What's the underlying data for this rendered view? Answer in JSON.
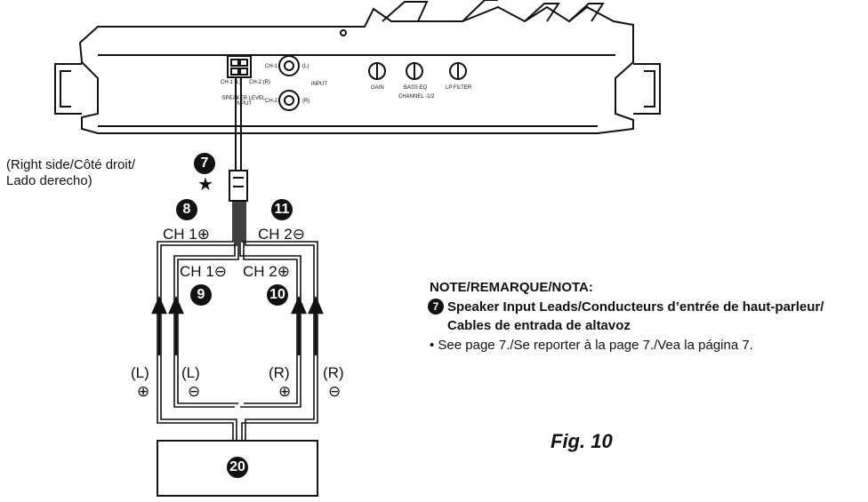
{
  "amplifier": {
    "speaker_level_input_label": "SPEAKER LEVEL INPUT",
    "ch1_label": "CH-1 (L)",
    "ch2_label": "CH-2 (R)",
    "rca_ch1_label": "CH-1",
    "rca_ch2_label": "CH-2",
    "rca_l": "(L)",
    "rca_r": "(R)",
    "input_label": "INPUT",
    "gain_label": "GAIN",
    "bass_eq_label": "BASS EQ",
    "lp_filter_label": "LP FILTER",
    "channel_label": "CHANNEL -1/2"
  },
  "side_note": "(Right side/Côté droit/\nLado derecho)",
  "callouts": {
    "c7": "7",
    "star": "★",
    "c8": "8",
    "c9": "9",
    "c10": "10",
    "c11": "11",
    "c20": "20"
  },
  "wires": {
    "ch1_plus": "CH 1⊕",
    "ch2_minus": "CH 2⊖",
    "ch1_minus": "CH 1⊖",
    "ch2_plus": "CH 2⊕"
  },
  "terminals": [
    {
      "side": "(L)",
      "polarity": "⊕"
    },
    {
      "side": "(L)",
      "polarity": "⊖"
    },
    {
      "side": "(R)",
      "polarity": "⊕"
    },
    {
      "side": "(R)",
      "polarity": "⊖"
    }
  ],
  "note": {
    "heading": "NOTE/REMARQUE/NOTA:",
    "item_num": "7",
    "item_line1": "Speaker Input Leads/Conducteurs d’entrée de haut-parleur/",
    "item_line2": "Cables de entrada de altavoz",
    "bullet": "• See page 7./Se reporter à la page 7./Vea la página 7."
  },
  "figure_label": "Fig. 10"
}
